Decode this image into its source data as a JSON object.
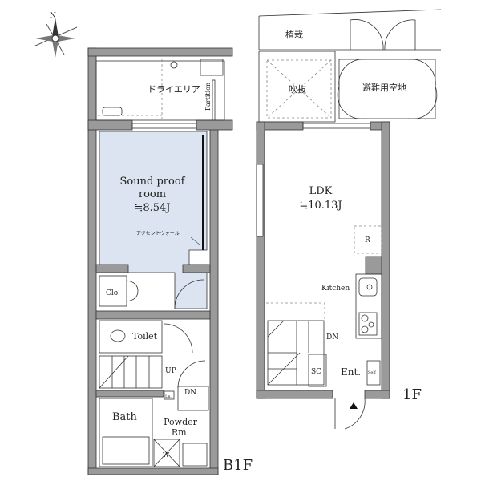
{
  "compass": {
    "north_label": "N"
  },
  "b1f": {
    "floor_label": "B1F",
    "dry_area": "ドライエリア",
    "partition": "Partition",
    "sound_room": {
      "name_line1": "Sound proof",
      "name_line2": "room",
      "area": "≒8.54J",
      "fill_color": "#dbe4f0"
    },
    "accent_wall": "アクセントウォール",
    "closet": "Clo.",
    "toilet": "Toilet",
    "stairs_up": "UP",
    "stairs_down": "DN",
    "linen": "Ln.",
    "bath": "Bath",
    "powder_line1": "Powder",
    "powder_line2": "Rm.",
    "washer": "W"
  },
  "f1": {
    "floor_label": "1F",
    "planting": "植栽",
    "void": "吹抜",
    "evacuation_space": "避難用空地",
    "ldk": {
      "name": "LDK",
      "area": "≒10.13J"
    },
    "refrigerator": "R",
    "kitchen": "Kitchen",
    "stairs_down": "DN",
    "shoe_closet": "SC",
    "entrance": "Ent.",
    "self_storage": "Self"
  }
}
